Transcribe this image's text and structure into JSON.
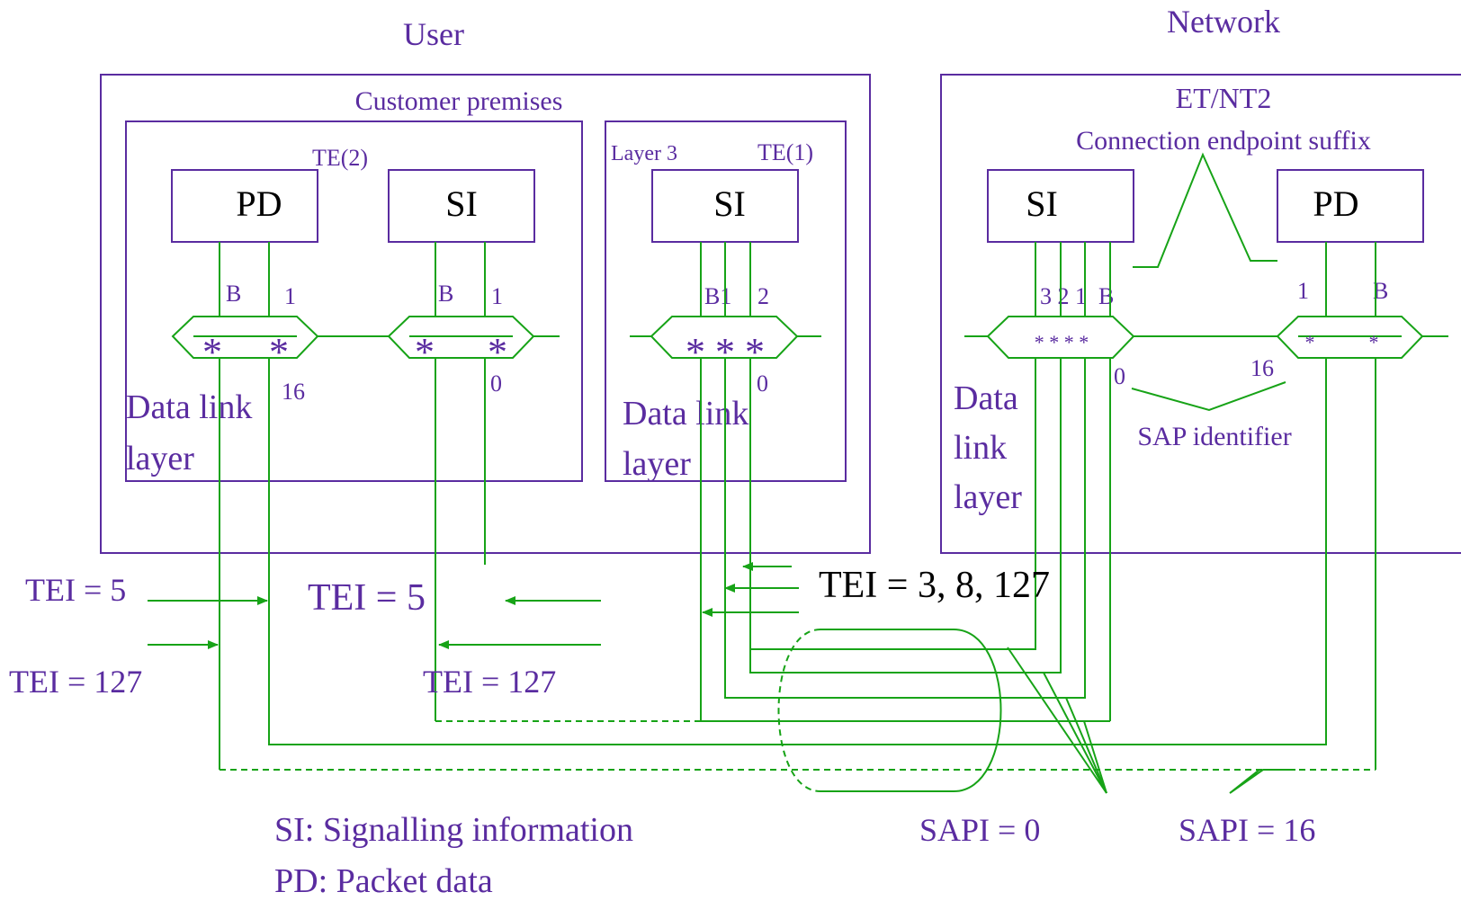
{
  "headings": {
    "user": "User",
    "network": "Network"
  },
  "user_box": {
    "customer_premises": "Customer premises",
    "te2": {
      "tag": "TE(2)",
      "pd": "PD",
      "si": "SI",
      "pd_b": "B",
      "pd_1": "1",
      "si_b": "B",
      "si_1": "1",
      "sap_16": "16",
      "sap_0": "0",
      "dll_line1": "Data link",
      "dll_line2": "layer",
      "star": "*"
    },
    "te1": {
      "layer3": "Layer 3",
      "tag": "TE(1)",
      "si": "SI",
      "b1": "B1",
      "two": "2",
      "sap_0": "0",
      "stars": "* * *",
      "dll_line1": "Data link",
      "dll_line2": "layer"
    }
  },
  "network_box": {
    "title": "ET/NT2",
    "suffix": "Connection endpoint suffix",
    "si": "SI",
    "pd": "PD",
    "si_ports": "3 2 1  B",
    "pd_1": "1",
    "pd_b": "B",
    "si_stars": "* * * *",
    "pd_star": "*",
    "sap_0": "0",
    "sap_16": "16",
    "sap_identifier": "SAP identifier",
    "dll_line1": "Data",
    "dll_line2": "link",
    "dll_line3": "layer"
  },
  "tei_labels": {
    "left_5": "TEI = 5",
    "left_127": "TEI = 127",
    "mid_5": "TEI = 5",
    "mid_127": "TEI = 127",
    "right": "TEI = 3, 8, 127"
  },
  "sapi": {
    "zero": "SAPI = 0",
    "sixteen": "SAPI = 16"
  },
  "legend": {
    "si": "SI: Signalling information",
    "pd": "PD: Packet data"
  }
}
